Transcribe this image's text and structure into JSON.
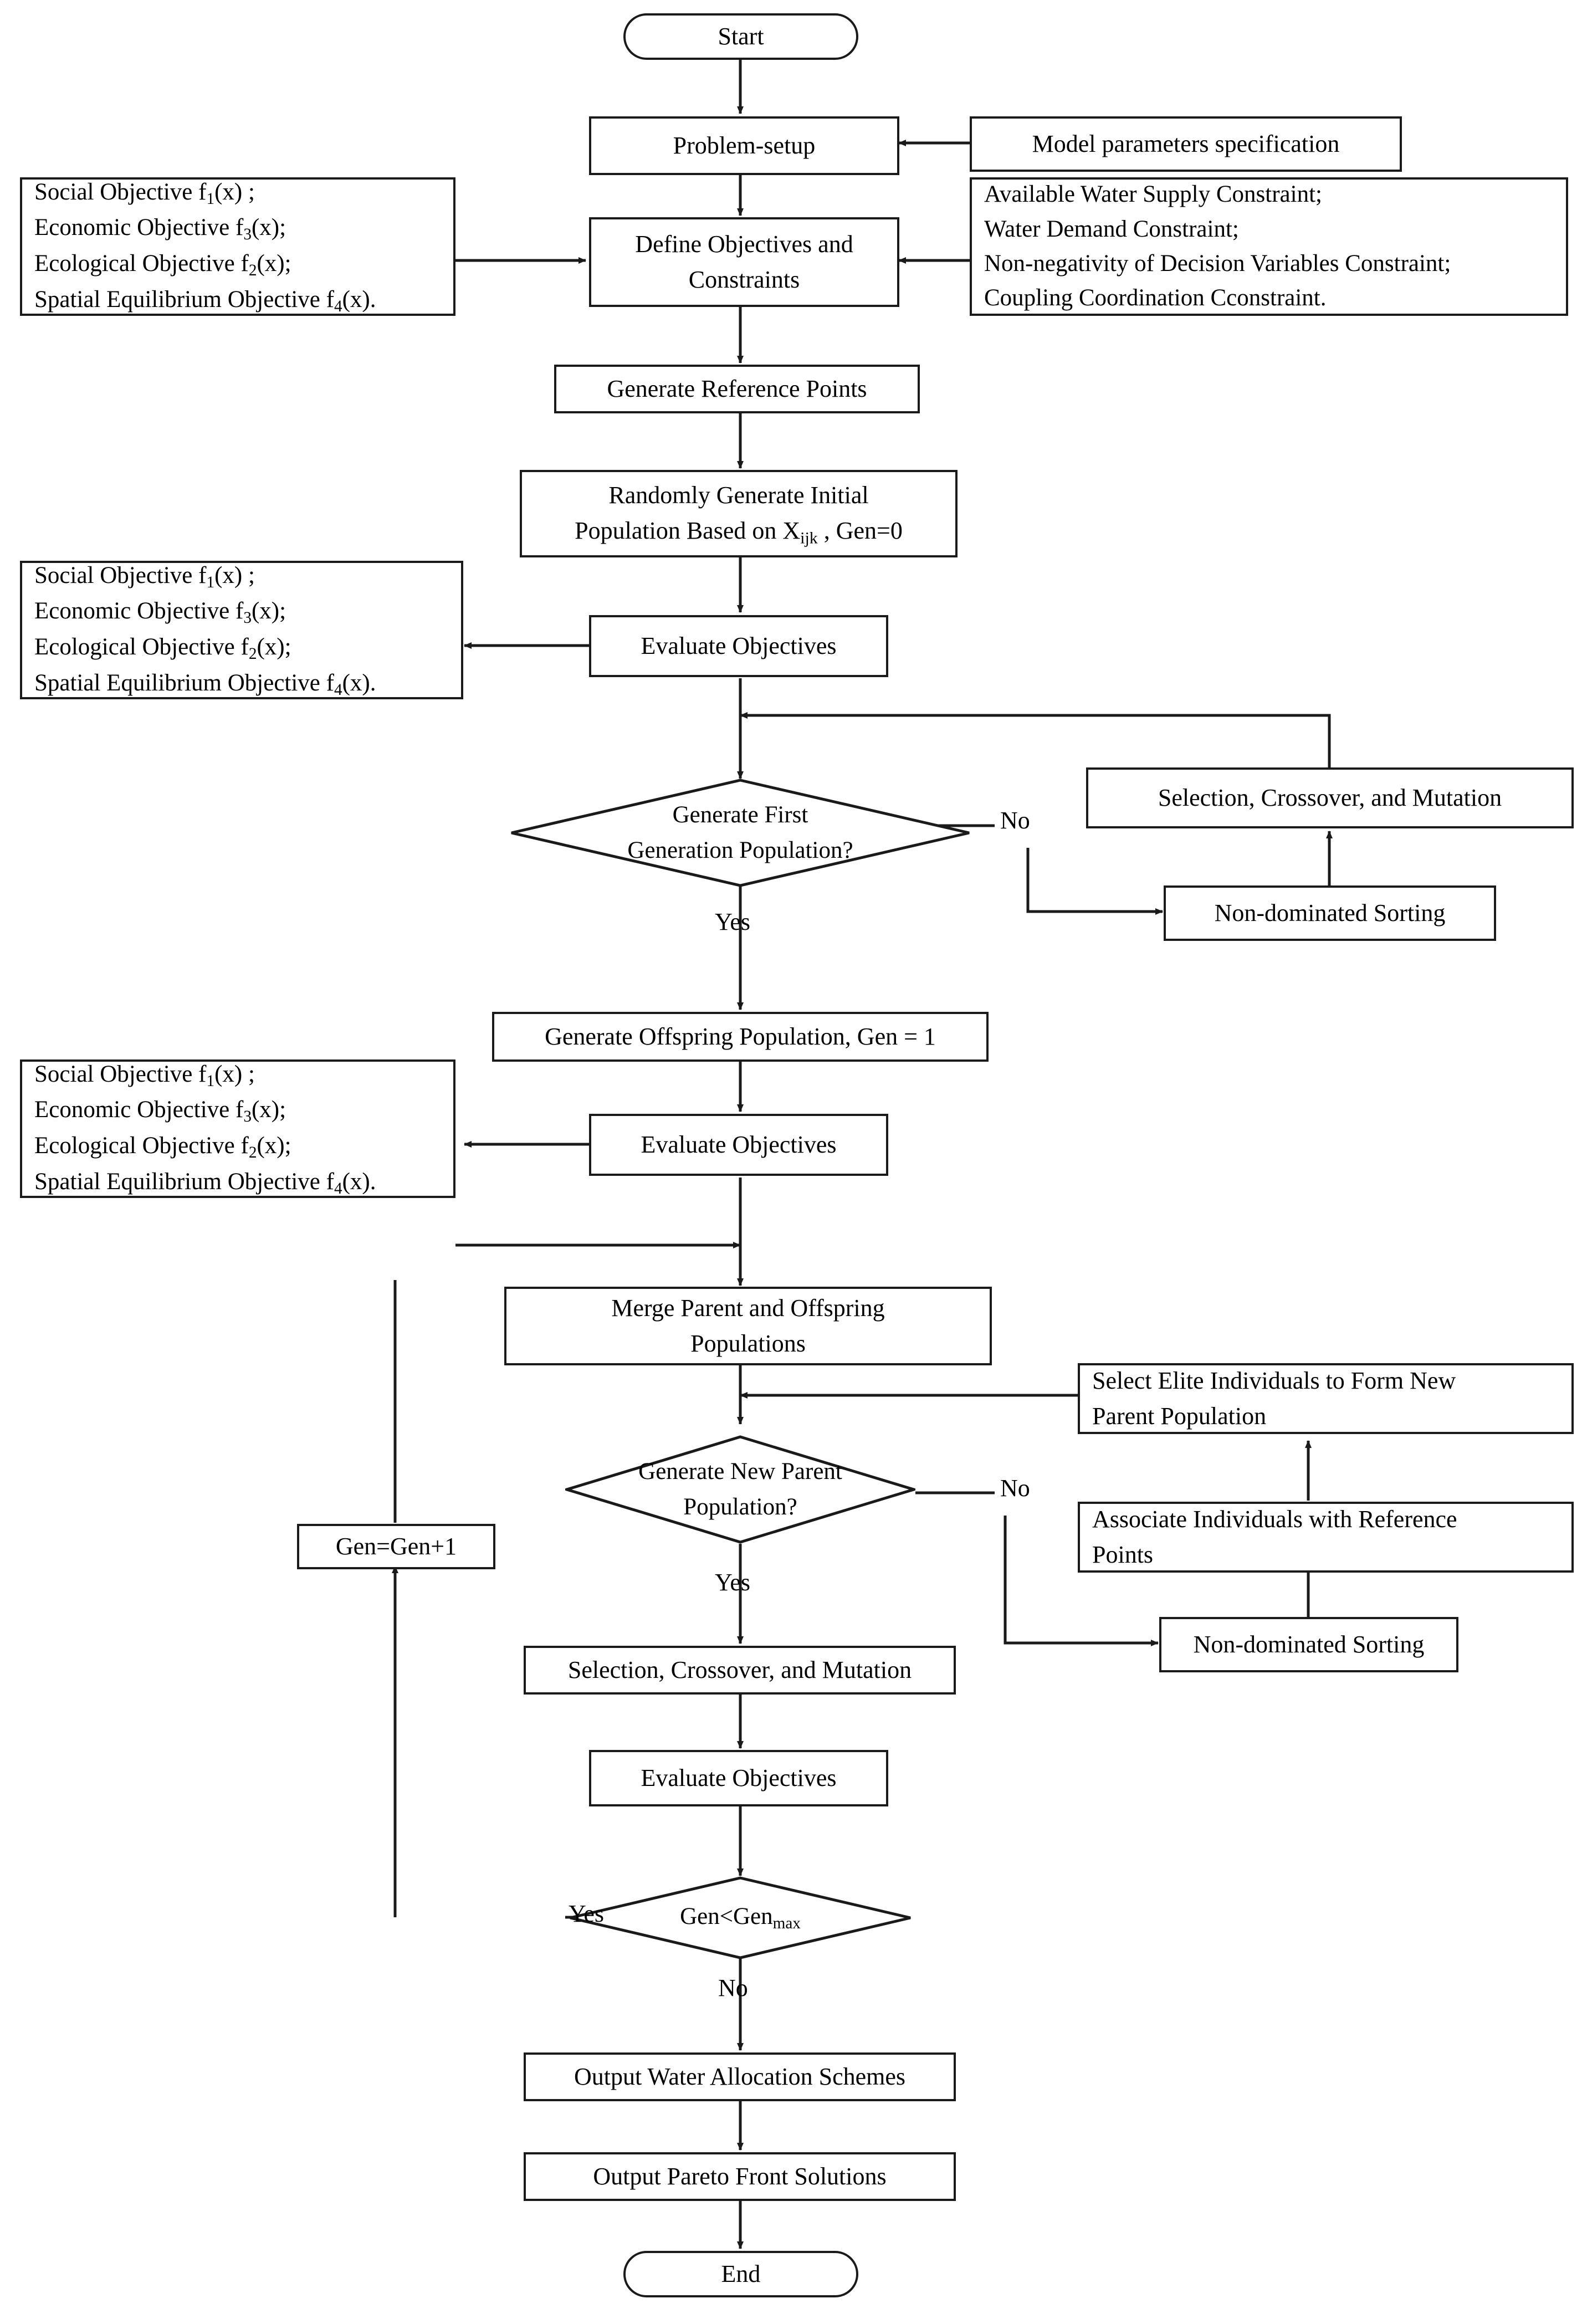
{
  "diagram": {
    "title": "NSGA-III Multi-Objective Water Allocation Optimization Flowchart",
    "type": "flowchart",
    "line_color": "#1a1a1a",
    "background": "#ffffff"
  },
  "nodes": {
    "start": {
      "label": "Start",
      "shape": "terminator"
    },
    "problem_setup": {
      "label": "Problem-setup",
      "shape": "process"
    },
    "model_params": {
      "label": "Model parameters specification",
      "shape": "process"
    },
    "define_obj": {
      "label": "Define Objectives and Constraints",
      "shape": "process"
    },
    "gen_ref_points": {
      "label": "Generate Reference Points",
      "shape": "process"
    },
    "rand_init_line1": "Randomly Generate Initial",
    "rand_init_line2a": "Population Based on X",
    "rand_init_sub": "ijk",
    "rand_init_line2b": " ,   Gen=0",
    "evaluate_objectives_1": {
      "label": "Evaluate Objectives",
      "shape": "process"
    },
    "evaluate_objectives_2": {
      "label": "Evaluate Objectives",
      "shape": "process"
    },
    "evaluate_objectives_3": {
      "label": "Evaluate Objectives",
      "shape": "process"
    },
    "decision_first_gen": {
      "line1": "Generate First",
      "line2": "Generation Population?",
      "shape": "decision"
    },
    "scm_top": {
      "label": "Selection, Crossover, and Mutation",
      "shape": "process"
    },
    "nds_top": {
      "label": "Non-dominated Sorting",
      "shape": "process"
    },
    "gen_offspring": {
      "label": "Generate Offspring Population, Gen = 1",
      "shape": "process"
    },
    "merge_pop": {
      "line1": "Merge Parent and Offspring",
      "line2": "Populations",
      "shape": "process"
    },
    "decision_new_parent": {
      "line1": "Generate New Parent",
      "line2": "Population?",
      "shape": "decision"
    },
    "select_elite": {
      "line1": "Select Elite Individuals to Form New",
      "line2": "Parent Population",
      "shape": "process"
    },
    "associate_ref": {
      "line1": "Associate Individuals with Reference",
      "line2": "Points",
      "shape": "process"
    },
    "nds_bottom": {
      "label": "Non-dominated Sorting",
      "shape": "process"
    },
    "gen_increment": {
      "label": "Gen=Gen+1",
      "shape": "process"
    },
    "scm_bottom": {
      "label": "Selection, Crossover, and Mutation",
      "shape": "process"
    },
    "decision_genmax": {
      "prefix": "Gen<Gen",
      "sub": "max",
      "shape": "decision"
    },
    "output_schemes": {
      "label": "Output Water Allocation Schemes",
      "shape": "process"
    },
    "output_pareto": {
      "label": "Output Pareto Front Solutions",
      "shape": "process"
    },
    "end": {
      "label": "End",
      "shape": "terminator"
    }
  },
  "objective_boxes": {
    "line1_a": "Social Objective f",
    "line1_sub": "1",
    "line1_b": "(x) ;",
    "line2_a": "Economic Objective f",
    "line2_sub": "3",
    "line2_b": "(x);",
    "line3_a": "Ecological Objective f",
    "line3_sub": "2",
    "line3_b": "(x);",
    "line4_a": "Spatial Equilibrium Objective f",
    "line4_sub": "4",
    "line4_b": "(x)."
  },
  "constraints_box": {
    "line1": "Available Water Supply Constraint;",
    "line2": "Water Demand Constraint;",
    "line3": "Non-negativity of  Decision Variables Constraint;",
    "line4": "Coupling Coordination Cconstraint."
  },
  "edge_labels": {
    "no_first_gen": "No",
    "yes_first_gen": "Yes",
    "no_new_parent": "No",
    "yes_new_parent": "Yes",
    "yes_genmax": "Yes",
    "no_genmax": "No"
  }
}
